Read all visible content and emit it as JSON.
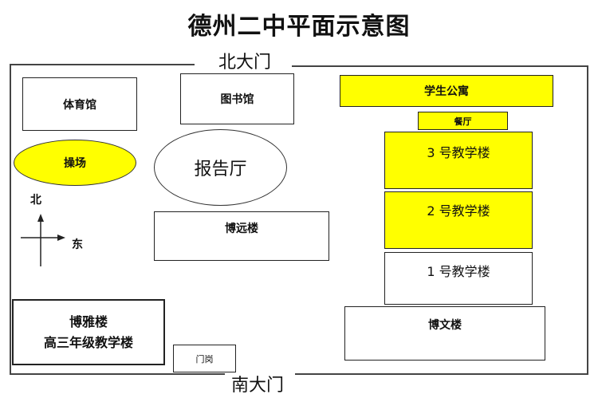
{
  "title": "德州二中平面示意图",
  "gates": {
    "north": "北大门",
    "south": "南大门"
  },
  "buildings": {
    "gym": "体育馆",
    "library": "图书馆",
    "dormitory": "学生公寓",
    "canteen": "餐厅",
    "playground": "操场",
    "auditorium": "报告厅",
    "teaching3": "3 号教学楼",
    "teaching2": "2 号教学楼",
    "teaching1": "1 号教学楼",
    "boyuan": "博远楼",
    "boya_name": "博雅楼",
    "boya_sub": "高三年级教学楼",
    "guardhouse": "门岗",
    "bowen": "博文楼"
  },
  "compass": {
    "north": "北",
    "east": "东"
  },
  "colors": {
    "highlight": "#ffff00",
    "outline": "#222222"
  }
}
